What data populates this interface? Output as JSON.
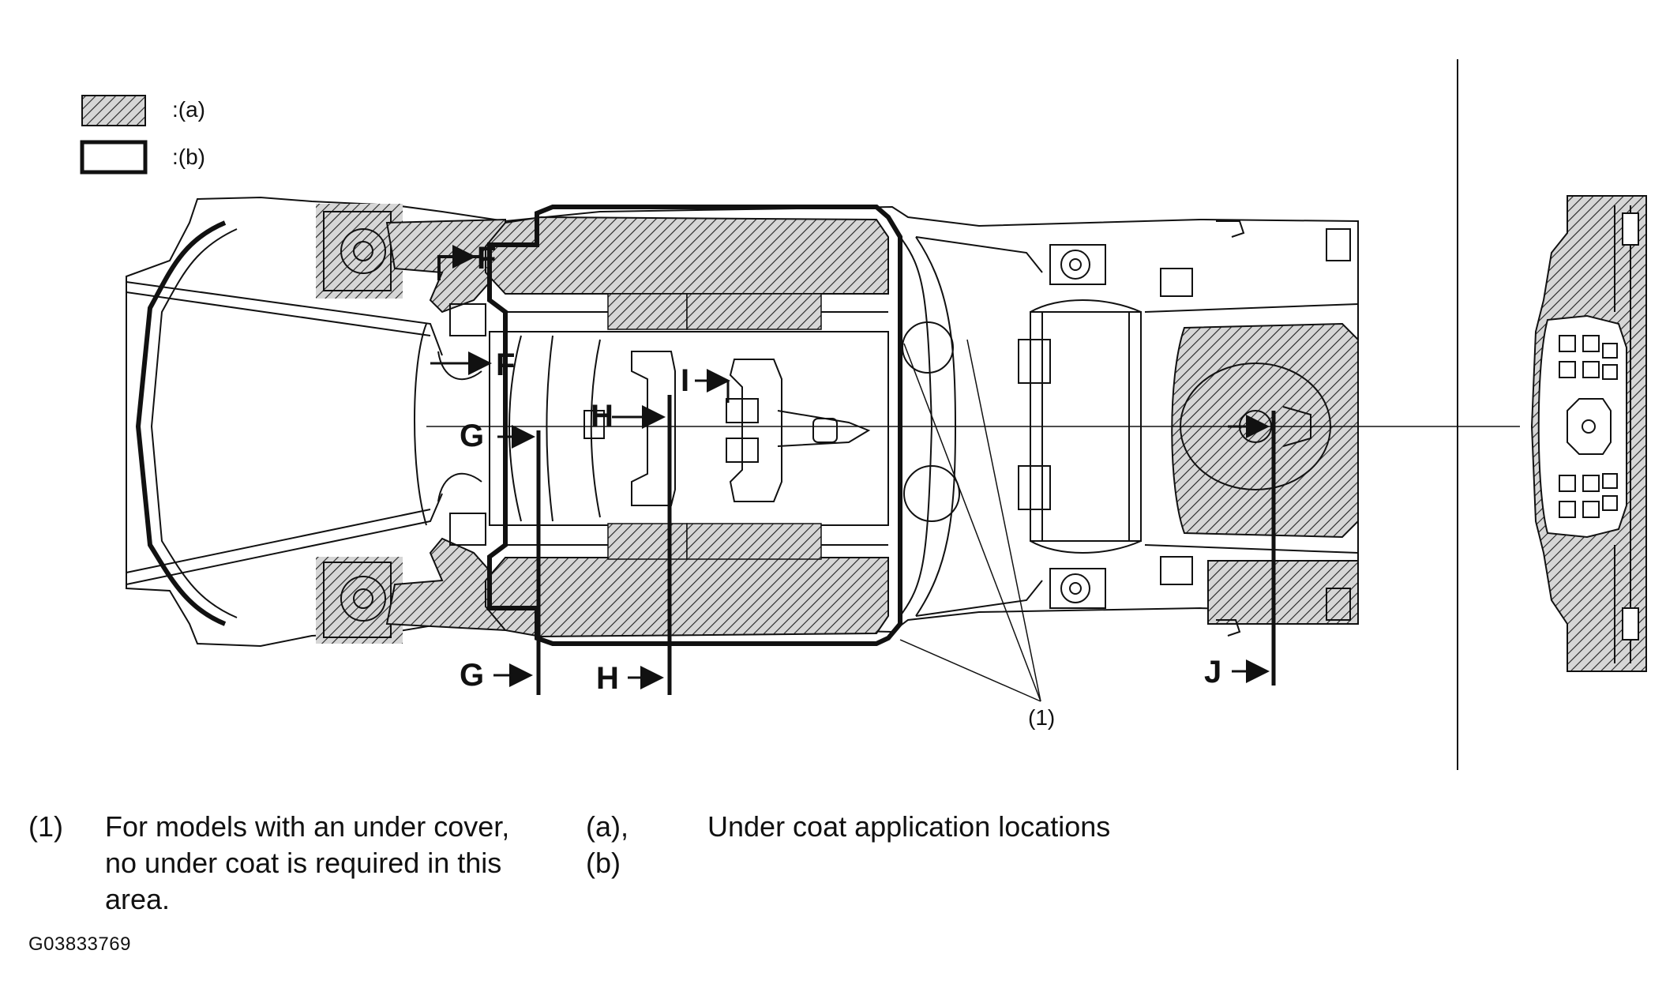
{
  "legend": {
    "a_label": ":(a)",
    "b_label": ":(b)"
  },
  "section_markers": {
    "F": "F",
    "G": "G",
    "H": "H",
    "I": "I",
    "J": "J"
  },
  "callout": "(1)",
  "notes": [
    {
      "number": "(1)",
      "text": "For models with an under cover, no under coat is required in this area."
    },
    {
      "number": "(a), (b)",
      "text": "Under coat application locations"
    }
  ],
  "figure_id": "G03833769"
}
